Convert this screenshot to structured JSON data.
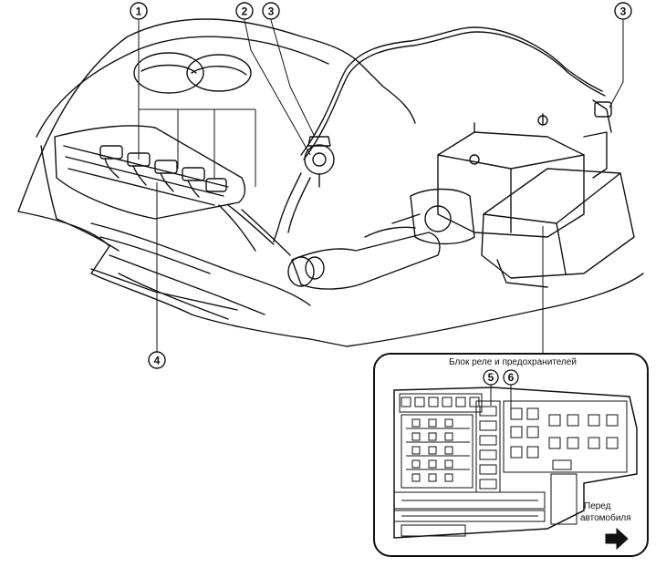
{
  "callouts": {
    "c1": "1",
    "c2": "2",
    "c3a": "3",
    "c3b": "3",
    "c4": "4",
    "c5": "5",
    "c6": "6"
  },
  "inset": {
    "title": "Блок реле и предохранителей",
    "front_label_line1": "Перед",
    "front_label_line2": "автомобиля"
  },
  "icons": [
    "arrow-right-icon"
  ],
  "colors": {
    "ink": "#111111",
    "paper": "#ffffff"
  }
}
